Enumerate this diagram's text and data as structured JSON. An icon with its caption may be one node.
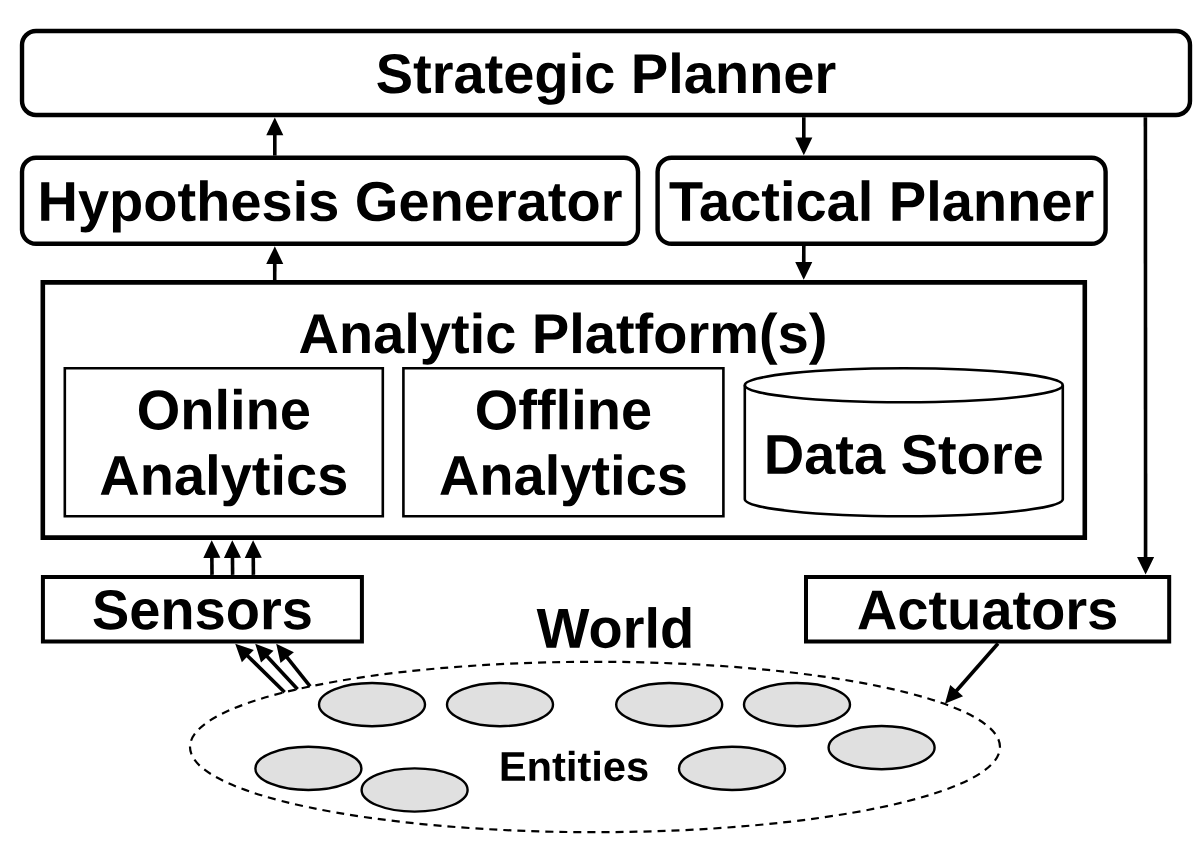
{
  "diagram": {
    "nodes": [
      {
        "text": [
          "Strategic Planner"
        ]
      },
      {
        "text": [
          "Hypothesis Generator"
        ]
      },
      {
        "text": [
          "Tactical Planner"
        ]
      },
      {
        "text": [
          "Analytic Platform(s)"
        ]
      },
      {
        "text": [
          "Online Analytics"
        ],
        "in": 3
      },
      {
        "text": [
          "Offline Analytics"
        ],
        "in": 3
      },
      {
        "text": [
          "Data Store"
        ],
        "in": 3
      },
      {
        "text": [
          "Sensors"
        ]
      },
      {
        "text": [
          "Actuators"
        ]
      },
      {
        "text": [
          "World",
          "Entities"
        ]
      },
      {
        "text": [],
        "shape": "ellipse",
        "in": 9
      },
      {
        "text": [],
        "shape": "ellipse",
        "in": 9
      },
      {
        "text": [],
        "shape": "ellipse",
        "in": 9
      },
      {
        "text": [],
        "shape": "ellipse",
        "in": 9
      },
      {
        "text": [],
        "shape": "ellipse",
        "in": 9
      },
      {
        "text": [],
        "shape": "ellipse",
        "in": 9
      },
      {
        "text": [],
        "shape": "ellipse",
        "in": 9
      },
      {
        "text": [],
        "shape": "ellipse",
        "in": 9
      }
    ],
    "edges": [
      {
        "from": 1,
        "to": 0,
        "arrow": "to"
      },
      {
        "from": 0,
        "to": 2,
        "arrow": "to"
      },
      {
        "from": 3,
        "to": 1,
        "arrow": "to"
      },
      {
        "from": 2,
        "to": 3,
        "arrow": "to"
      },
      {
        "from": 0,
        "to": 8,
        "arrow": "to"
      },
      {
        "from": 7,
        "to": 3,
        "arrow": "to"
      },
      {
        "from": 7,
        "to": 3,
        "arrow": "to"
      },
      {
        "from": 7,
        "to": 3,
        "arrow": "to"
      },
      {
        "from": 9,
        "to": 7,
        "arrow": "to"
      },
      {
        "from": 9,
        "to": 7,
        "arrow": "to"
      },
      {
        "from": 9,
        "to": 7,
        "arrow": "to"
      },
      {
        "from": 8,
        "to": 9,
        "arrow": "to"
      }
    ]
  }
}
